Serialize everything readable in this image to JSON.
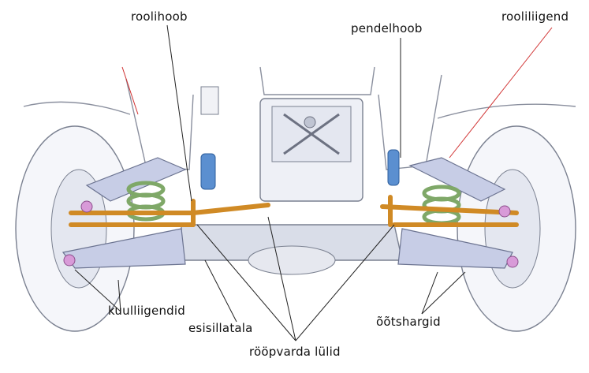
{
  "labels": {
    "steering_arm": "roolihoob",
    "idler_arm": "pendelhoob",
    "steering_joint": "rooliliigend",
    "ball_joints": "kuulliigendid",
    "front_crossmember": "esisillatala",
    "wishbones": "õõtshargid",
    "tie_rod_joints": "rööpvarda lülid"
  },
  "colors": {
    "steering_linkage": "#e3a23a",
    "arms": "#c7cde6",
    "springs": "#9fbf86",
    "blue_parts": "#5b8fd0",
    "rubber_bushings": "#d89ad8",
    "leader_lines": "#222222",
    "red_leader_lines": "#d03030"
  }
}
